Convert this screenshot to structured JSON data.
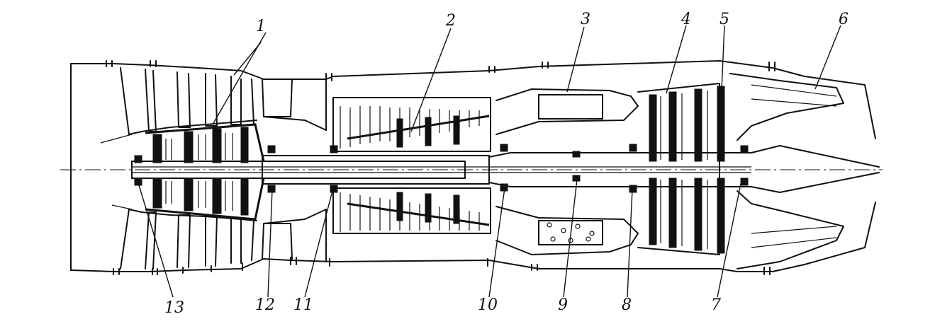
{
  "figure": {
    "callouts": [
      {
        "id": "1",
        "label": "1"
      },
      {
        "id": "2",
        "label": "2"
      },
      {
        "id": "3",
        "label": "3"
      },
      {
        "id": "4",
        "label": "4"
      },
      {
        "id": "5",
        "label": "5"
      },
      {
        "id": "6",
        "label": "6"
      },
      {
        "id": "7",
        "label": "7"
      },
      {
        "id": "8",
        "label": "8"
      },
      {
        "id": "9",
        "label": "9"
      },
      {
        "id": "10",
        "label": "10"
      },
      {
        "id": "11",
        "label": "11"
      },
      {
        "id": "12",
        "label": "12"
      },
      {
        "id": "13",
        "label": "13"
      }
    ]
  }
}
